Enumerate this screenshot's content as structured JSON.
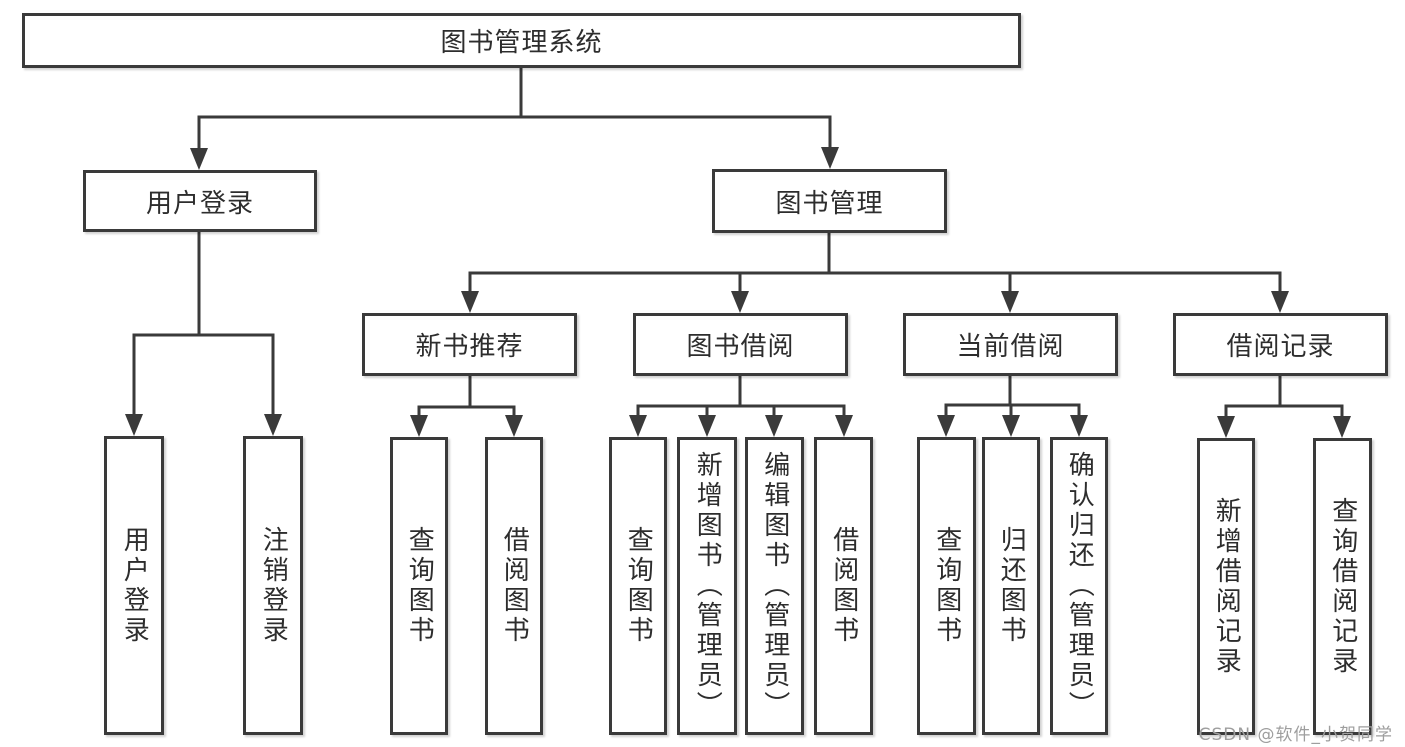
{
  "tree": {
    "label": "图书管理系统",
    "children": [
      {
        "label": "用户登录",
        "children": [
          {
            "label": "用户登录"
          },
          {
            "label": "注销登录"
          }
        ]
      },
      {
        "label": "图书管理",
        "children": [
          {
            "label": "新书推荐",
            "children": [
              {
                "label": "查询图书"
              },
              {
                "label": "借阅图书"
              }
            ]
          },
          {
            "label": "图书借阅",
            "children": [
              {
                "label": "查询图书"
              },
              {
                "label": "新增图书（管理员）"
              },
              {
                "label": "编辑图书（管理员）"
              },
              {
                "label": "借阅图书"
              }
            ]
          },
          {
            "label": "当前借阅",
            "children": [
              {
                "label": "查询图书"
              },
              {
                "label": "归还图书"
              },
              {
                "label": "确认归还（管理员）"
              }
            ]
          },
          {
            "label": "借阅记录",
            "children": [
              {
                "label": "新增借阅记录"
              },
              {
                "label": "查询借阅记录"
              }
            ]
          }
        ]
      }
    ]
  },
  "watermark": {
    "text": "CSDN @软件_小贺同学"
  },
  "colors": {
    "line": "#3a3a3a",
    "text": "#2d2d2d",
    "watermark": "#9e9e9e",
    "background": "#ffffff"
  }
}
